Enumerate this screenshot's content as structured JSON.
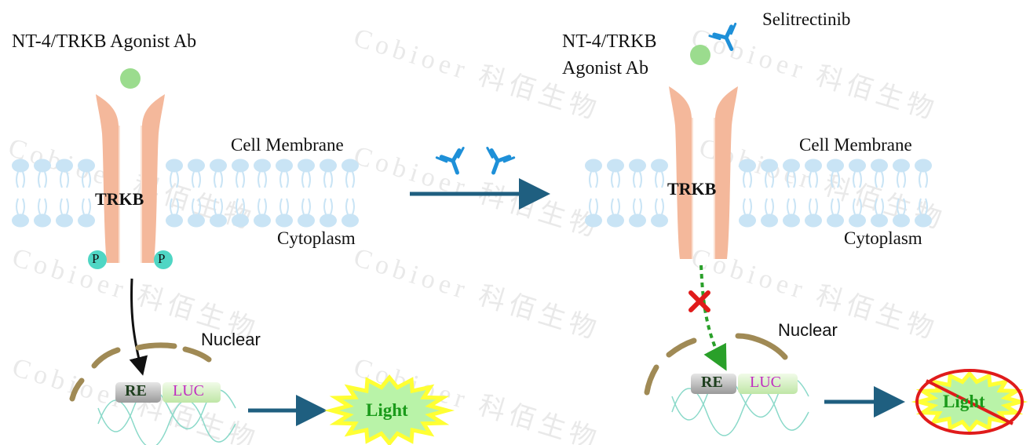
{
  "left_panel": {
    "ligand_label": "NT-4/TRKB Agonist Ab",
    "membrane_label": "Cell Membrane",
    "cytoplasm_label": "Cytoplasm",
    "receptor_label": "TRKB",
    "phospho_label": "P",
    "nuclear_label": "Nuclear",
    "re_label": "RE",
    "luc_label": "LUC",
    "output_label": "Light"
  },
  "right_panel": {
    "ligand_label_line1": "NT-4/TRKB",
    "ligand_label_line2": "Agonist Ab",
    "inhibitor_label": "Selitrectinib",
    "membrane_label": "Cell Membrane",
    "cytoplasm_label": "Cytoplasm",
    "receptor_label": "TRKB",
    "nuclear_label": "Nuclear",
    "re_label": "RE",
    "luc_label": "LUC",
    "output_label": "Light"
  },
  "watermark": {
    "brand": "Cobioer 科佰生物"
  },
  "colors": {
    "receptor": "#f4b89b",
    "ligand": "#9bdc8e",
    "antibody": "#1e90d8",
    "membrane": "#c9e4f5",
    "arrow": "#1f5f80",
    "phospho": "#4fd6c4",
    "nuclear": "#a08a55",
    "light_fill": "#b9f3a8",
    "light_burst": "#ffff33",
    "light_text": "#1a9a1a",
    "block": "#e01b1b",
    "luc_text": "#c02cc0"
  }
}
